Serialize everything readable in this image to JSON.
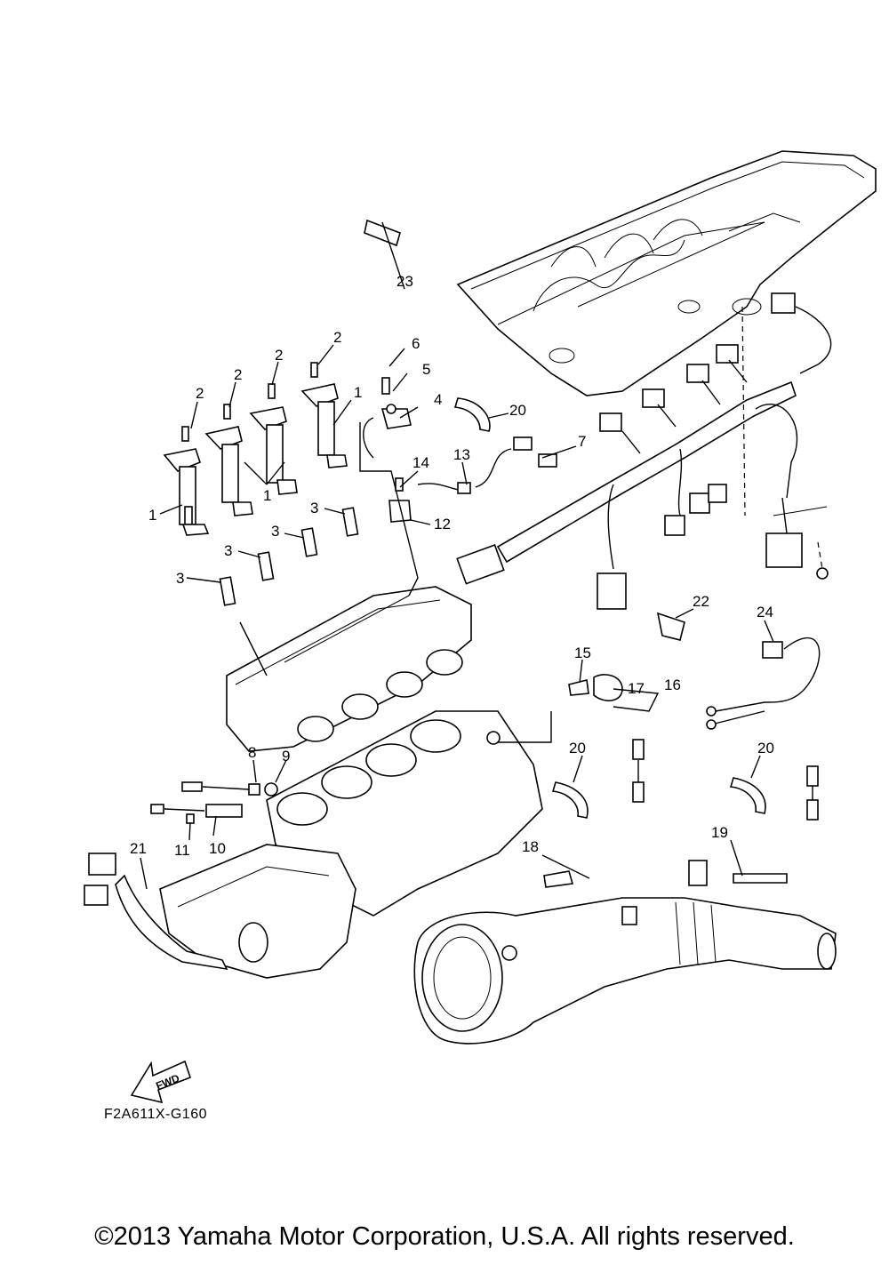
{
  "diagram": {
    "callouts": [
      {
        "id": "c1a",
        "text": "1"
      },
      {
        "id": "c1b",
        "text": "1"
      },
      {
        "id": "c1c",
        "text": "1"
      },
      {
        "id": "c2a",
        "text": "2"
      },
      {
        "id": "c2b",
        "text": "2"
      },
      {
        "id": "c2c",
        "text": "2"
      },
      {
        "id": "c2d",
        "text": "2"
      },
      {
        "id": "c3a",
        "text": "3"
      },
      {
        "id": "c3b",
        "text": "3"
      },
      {
        "id": "c3c",
        "text": "3"
      },
      {
        "id": "c3d",
        "text": "3"
      },
      {
        "id": "c4",
        "text": "4"
      },
      {
        "id": "c5",
        "text": "5"
      },
      {
        "id": "c6",
        "text": "6"
      },
      {
        "id": "c7",
        "text": "7"
      },
      {
        "id": "c8",
        "text": "8"
      },
      {
        "id": "c9",
        "text": "9"
      },
      {
        "id": "c10",
        "text": "10"
      },
      {
        "id": "c11",
        "text": "11"
      },
      {
        "id": "c12",
        "text": "12"
      },
      {
        "id": "c13",
        "text": "13"
      },
      {
        "id": "c14",
        "text": "14"
      },
      {
        "id": "c15",
        "text": "15"
      },
      {
        "id": "c16",
        "text": "16"
      },
      {
        "id": "c17",
        "text": "17"
      },
      {
        "id": "c18",
        "text": "18"
      },
      {
        "id": "c19",
        "text": "19"
      },
      {
        "id": "c20a",
        "text": "20"
      },
      {
        "id": "c20b",
        "text": "20"
      },
      {
        "id": "c20c",
        "text": "20"
      },
      {
        "id": "c21",
        "text": "21"
      },
      {
        "id": "c22",
        "text": "22"
      },
      {
        "id": "c23",
        "text": "23"
      },
      {
        "id": "c24",
        "text": "24"
      }
    ],
    "fwd_label": "FWD",
    "figure_code": "F2A611X-G160"
  },
  "footer": {
    "copyright": "©2013 Yamaha Motor Corporation, U.S.A. All rights reserved."
  }
}
